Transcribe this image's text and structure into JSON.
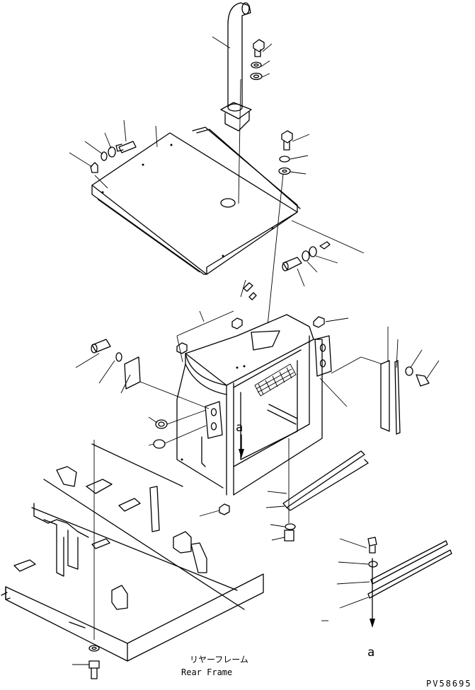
{
  "diagram": {
    "view_label_top": "a",
    "view_label_bottom": "a",
    "frame_label_jp": "リヤーフレーム",
    "frame_label_en": "Rear Frame",
    "drawing_code": "PV58695"
  }
}
